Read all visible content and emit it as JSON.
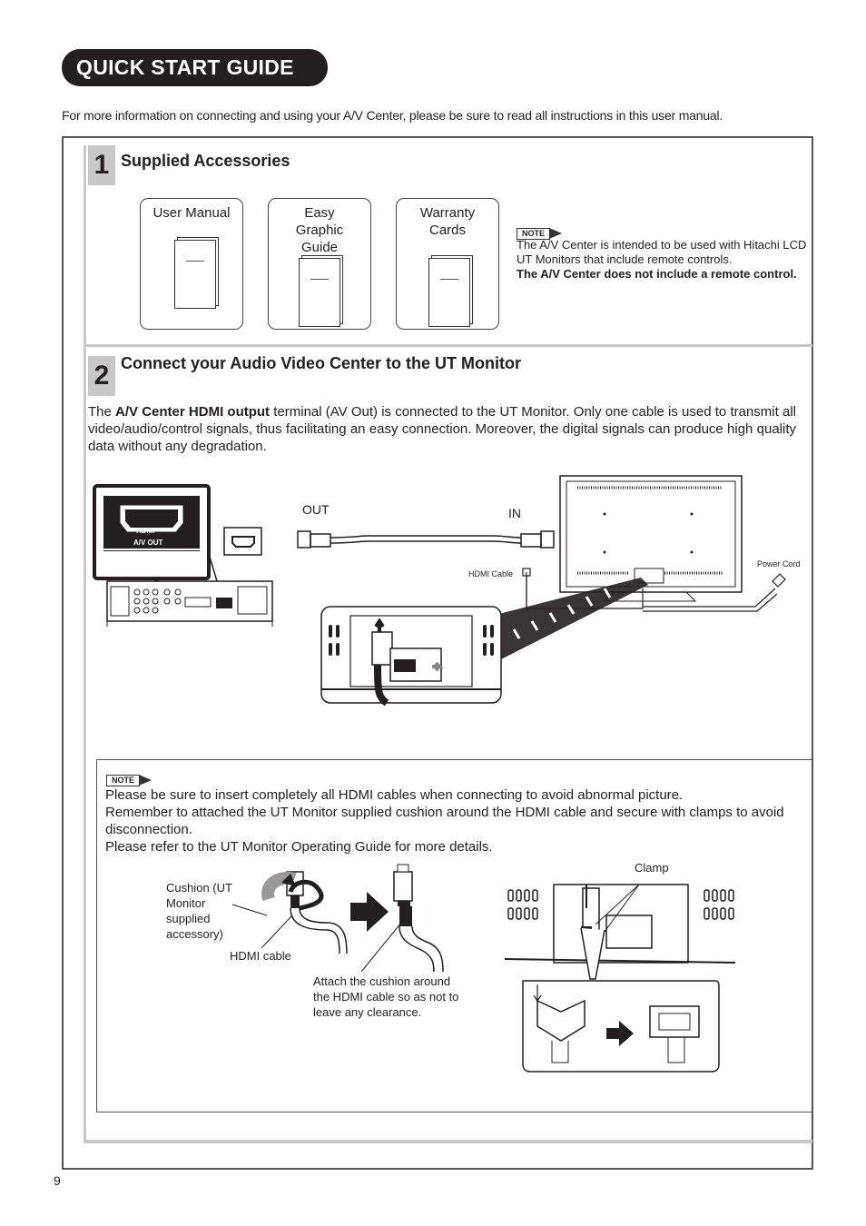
{
  "header": {
    "title": "QUICK START GUIDE"
  },
  "intro": "For more information on connecting and using your A/V Center, please be sure to read all instructions in this user manual.",
  "section1": {
    "number": "1",
    "title": "Supplied Accessories",
    "items": [
      {
        "label": "User Manual"
      },
      {
        "label": "Easy Graphic Guide"
      },
      {
        "label": "Warranty Cards"
      }
    ],
    "note": {
      "tag": "NOTE",
      "text": "The A/V Center is intended to be used with Hitachi LCD UT Monitors that include remote controls.",
      "bold": "The A/V Center does not include a remote control."
    }
  },
  "section2": {
    "number": "2",
    "title": "Connect your Audio Video Center to the UT Monitor",
    "para_pre": "The ",
    "para_bold": "A/V Center HDMI output",
    "para_post": " terminal (AV Out) is connected to the UT Monitor. Only one cable is used to transmit all video/audio/control signals, thus facilitating an easy connection. Moreover, the digital signals can produce high quality data without any degradation.",
    "diagram": {
      "hdmi": "HDMI",
      "av_out": "A/V OUT",
      "out": "OUT",
      "in": "IN",
      "hdmi_cable": "HDMI Cable",
      "power_cord": "Power Cord"
    },
    "note": {
      "tag": "NOTE",
      "lines": [
        "Please be sure to insert completely all HDMI  cables when connecting to avoid abnormal picture.",
        "Remember to attached the UT Monitor supplied cushion around the HDMI cable and secure with clamps to avoid disconnection.",
        "Please refer to the UT Monitor Operating Guide for more details."
      ],
      "cushion_label": "Cushion (UT Monitor supplied accessory)",
      "hdmi_cable_label": "HDMI cable",
      "attach_label": "Attach the cushion around the HDMI cable so as not to leave any clearance.",
      "clamp_label": "Clamp"
    }
  },
  "page_number": "9",
  "colors": {
    "dark": "#231f20",
    "gray_bar": "#c8c8c8"
  }
}
